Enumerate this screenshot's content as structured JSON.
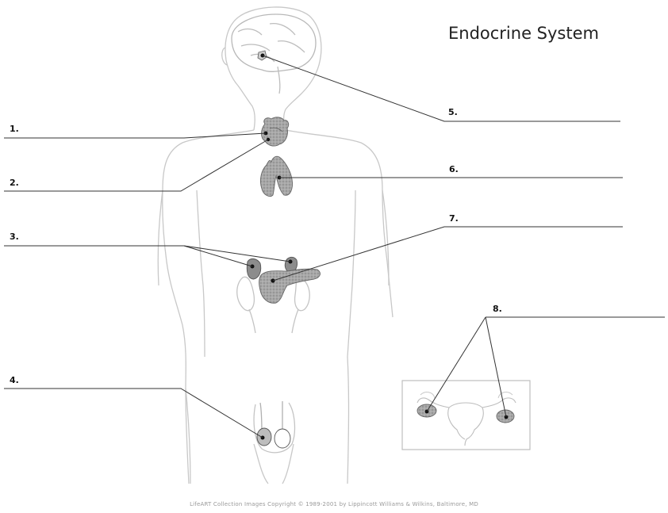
{
  "title": "Endocrine System",
  "labels": [
    {
      "id": "label-1",
      "number": "1."
    },
    {
      "id": "label-2",
      "number": "2."
    },
    {
      "id": "label-3",
      "number": "3."
    },
    {
      "id": "label-4",
      "number": "4."
    },
    {
      "id": "label-5",
      "number": "5."
    },
    {
      "id": "label-6",
      "number": "6."
    },
    {
      "id": "label-7",
      "number": "7."
    },
    {
      "id": "label-8",
      "number": "8."
    }
  ],
  "copyright": "LifeART Collection Images Copyright © 1989-2001 by Lippincott Williams & Wilkins, Baltimore, MD",
  "colors": {
    "organ_fill": "#9a9a9a",
    "outline": "#cccccc",
    "line": "#333333"
  }
}
